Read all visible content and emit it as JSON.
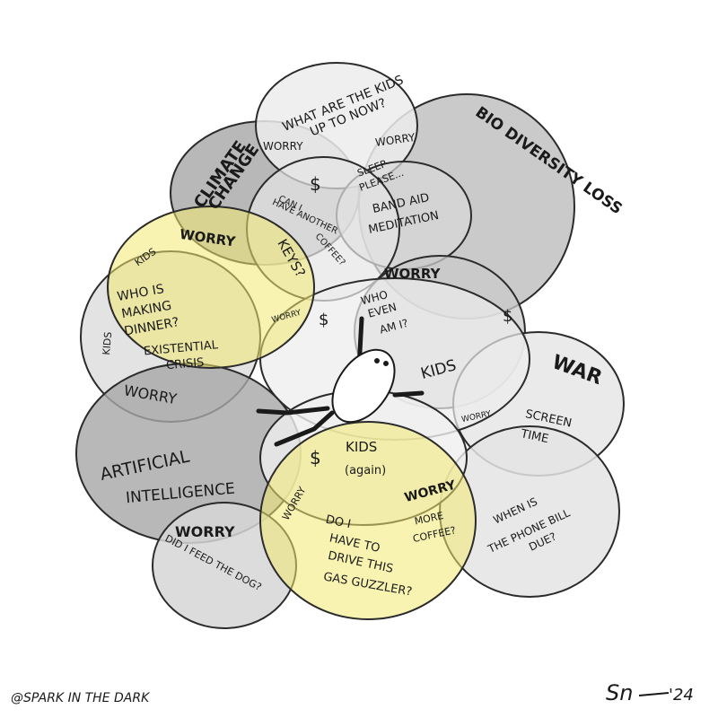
{
  "labels": {
    "what_kids": [
      "WHAT ARE THE KIDS",
      "UP TO NOW?"
    ],
    "biodiversity": "BIO DIVERSITY LOSS",
    "climate": [
      "CLIMATE",
      "CHANGE"
    ],
    "worry_top": "WORRY",
    "worry_top_right": "WORRY",
    "dollar_top": "$",
    "sleep": [
      "SLEEP",
      "PLEASE..."
    ],
    "coffee_q": [
      "CAN I",
      "HAVE ANOTHER",
      "COFFEE?"
    ],
    "band_aid": [
      "BAND AID",
      "MEDITATION"
    ],
    "kids_small": "KIDS",
    "worry_yellow": "WORRY",
    "keys": "KEYS?",
    "worry_mid": "WORRY",
    "who_dinner": [
      "WHO IS",
      "MAKING",
      "DINNER?"
    ],
    "worry_tiny": "WORRY",
    "dollar_left": "$",
    "who_even": [
      "WHO",
      "EVEN",
      "AM I?"
    ],
    "dollar_right": "$",
    "kids_left": "KIDS",
    "existential": [
      "EXISTENTIAL",
      "CRISIS"
    ],
    "kids_center": "KIDS",
    "war": "WAR",
    "worry_left": "WORRY",
    "worry_war": "WORRY",
    "screen_time": [
      "SCREEN",
      "TIME"
    ],
    "artificial": [
      "ARTIFICIAL",
      "INTELLIGENCE"
    ],
    "dollar_bottom": "$",
    "kids_again": [
      "KIDS",
      "(again)"
    ],
    "worry_bottom_right": "WORRY",
    "worry_bottom_left": "WORRY",
    "worry_ai": "WORRY",
    "drive": [
      "DO I",
      "HAVE TO",
      "DRIVE THIS",
      "GAS GUZZLER?"
    ],
    "more_coffee": [
      "MORE",
      "COFFEE?"
    ],
    "phone_bill": [
      "WHEN IS",
      "THE PHONE BILL",
      "DUE?"
    ],
    "dog": "DID I FEED THE DOG?"
  },
  "footer": {
    "handle": "@SPARK IN THE DARK",
    "signature": "Sn",
    "year": "'24"
  },
  "colors": {
    "dark_gray": "#a3a3a3",
    "mid_gray": "#c4c4c4",
    "light_gray": "#e3e3e3",
    "yellow": "#f3ea6f",
    "pale_yellow": "#f6f0b0",
    "ink": "#1a1a1a"
  }
}
